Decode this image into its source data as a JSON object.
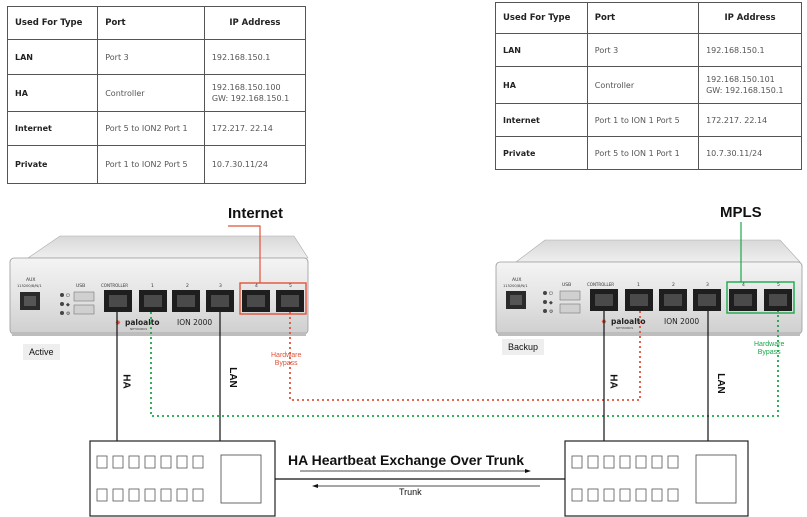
{
  "tables": {
    "left": {
      "headers": [
        "Used For Type",
        "Port",
        "IP Address"
      ],
      "rows": [
        {
          "type": "LAN",
          "port": "Port 3",
          "ip1": "192.168.150.1",
          "ip2": ""
        },
        {
          "type": "HA",
          "port": "Controller",
          "ip1": "192.168.150.100",
          "ip2": "GW: 192.168.150.1"
        },
        {
          "type": "Internet",
          "port": "Port 5 to ION2 Port 1",
          "ip1": "172.217. 22.14",
          "ip2": ""
        },
        {
          "type": "Private",
          "port": "Port 1 to ION2 Port 5",
          "ip1": "10.7.30.11/24",
          "ip2": ""
        }
      ]
    },
    "right": {
      "headers": [
        "Used For Type",
        "Port",
        "IP Address"
      ],
      "rows": [
        {
          "type": "LAN",
          "port": "Port 3",
          "ip1": "192.168.150.1",
          "ip2": ""
        },
        {
          "type": "HA",
          "port": "Controller",
          "ip1": "192.168.150.101",
          "ip2": "GW: 192.168.150.1"
        },
        {
          "type": "Internet",
          "port": "Port 1 to ION 1 Port 5",
          "ip1": "172.217. 22.14",
          "ip2": ""
        },
        {
          "type": "Private",
          "port": "Port 5 to ION 1 Port 1",
          "ip1": "10.7.30.11/24",
          "ip2": ""
        }
      ]
    }
  },
  "labels": {
    "internet": "Internet",
    "mpls": "MPLS",
    "active": "Active",
    "backup": "Backup",
    "hw_bypass_left_1": "Hardware",
    "hw_bypass_left_2": "Bypass",
    "hw_bypass_right_1": "Hardware",
    "hw_bypass_right_2": "Bypass",
    "ha_left": "HA",
    "lan_left": "LAN",
    "ha_right": "HA",
    "lan_right": "LAN",
    "heartbeat": "HA Heartbeat Exchange Over Trunk",
    "trunk": "Trunk"
  },
  "device": {
    "brand": "paloalto",
    "brand_sub": "NETWORKS",
    "model": "ION 2000",
    "aux": "AUX",
    "aux_sub": "115200/8/N/1",
    "usb": "USB",
    "controller": "CONTROLLER",
    "ports": [
      "1",
      "2",
      "3",
      "4",
      "5"
    ]
  },
  "colors": {
    "internet_line": "#e0533a",
    "mpls_line": "#1aa84a",
    "black": "#111111"
  }
}
